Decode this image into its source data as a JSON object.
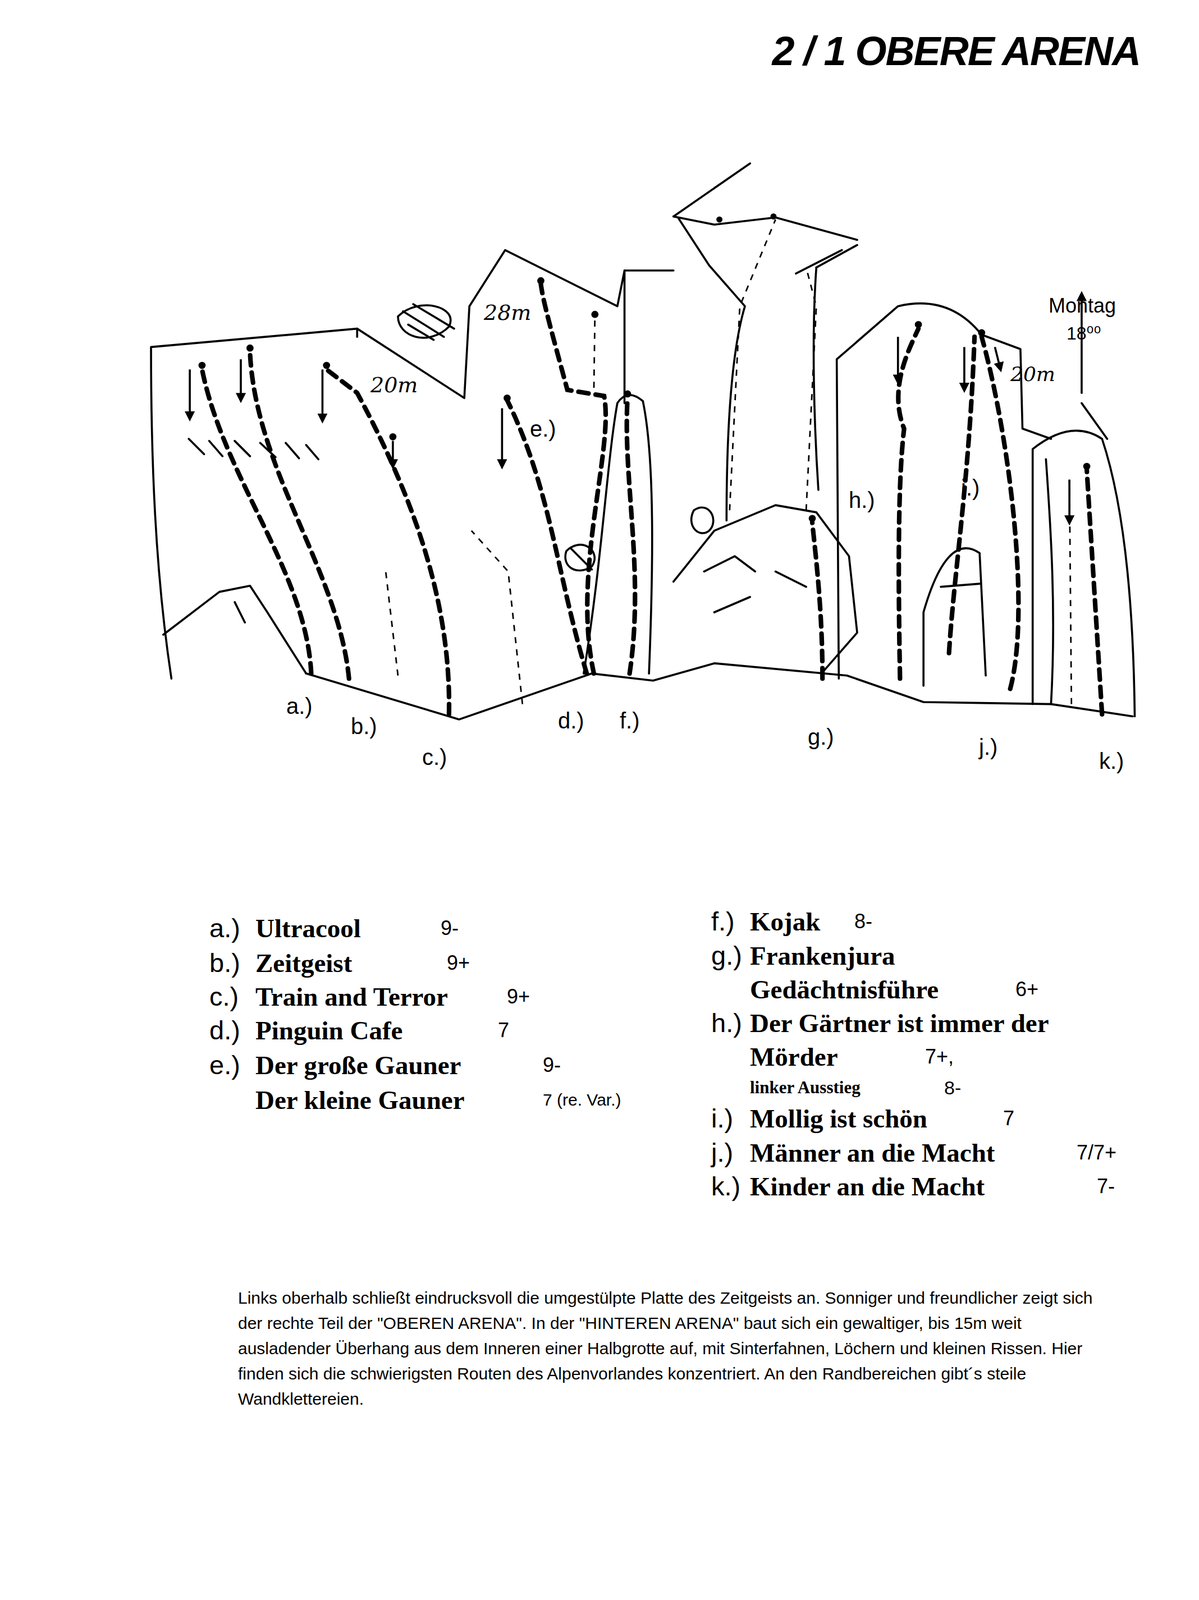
{
  "diagram": {
    "title": "2 / 1 OBERE ARENA",
    "caption": "Links oberhalb schließt eindrucksvoll die umgestülpte Platte des Zeitgeists an. Sonniger und freundlicher zeigt sich der rechte Teil der \"OBEREN ARENA\". In der \"HINTEREN ARENA\" baut sich ein gewaltiger, bis 15m weit ausladender Überhang aus dem Inneren einer Halbgrotte auf, mit Sinterfahnen, Löchern und kleinen Rissen. Hier finden sich die schwierigsten Routen des Alpenvorlandes konzentriert. An den Randbereichen gibt´s steile Wandklettereien.",
    "labels": [
      "a.)",
      "b.)",
      "c.)",
      "d.)",
      "f.)",
      "e.)",
      "g.)",
      "h.)",
      "i.)",
      "j.)",
      "k.)",
      "20m",
      "28m",
      "20m",
      "Montag",
      "18⁰⁰",
      "a.)",
      "Ultracool",
      "9-",
      "b.)",
      "Zeitgeist",
      "9+",
      "c.)",
      "Train and Terror",
      "9+",
      "d.)",
      "Pinguin Cafe",
      "7",
      "e.)",
      "Der große Gauner",
      "9-",
      "Der kleine Gauner",
      "7 (re. Var.)",
      "f.)",
      "Kojak",
      "8-",
      "g.)",
      "Frankenjura Gedächtnisführe",
      "6+",
      "h.)",
      "Der Gärtner ist immer der Mörder",
      "7+,",
      "linker Ausstieg",
      "8-",
      "i.)",
      "Mollig ist schön",
      "7",
      "j.)",
      "Männer an die Macht",
      "7/7+",
      "k.)",
      "Kinder an die Macht",
      "7-"
    ]
  }
}
